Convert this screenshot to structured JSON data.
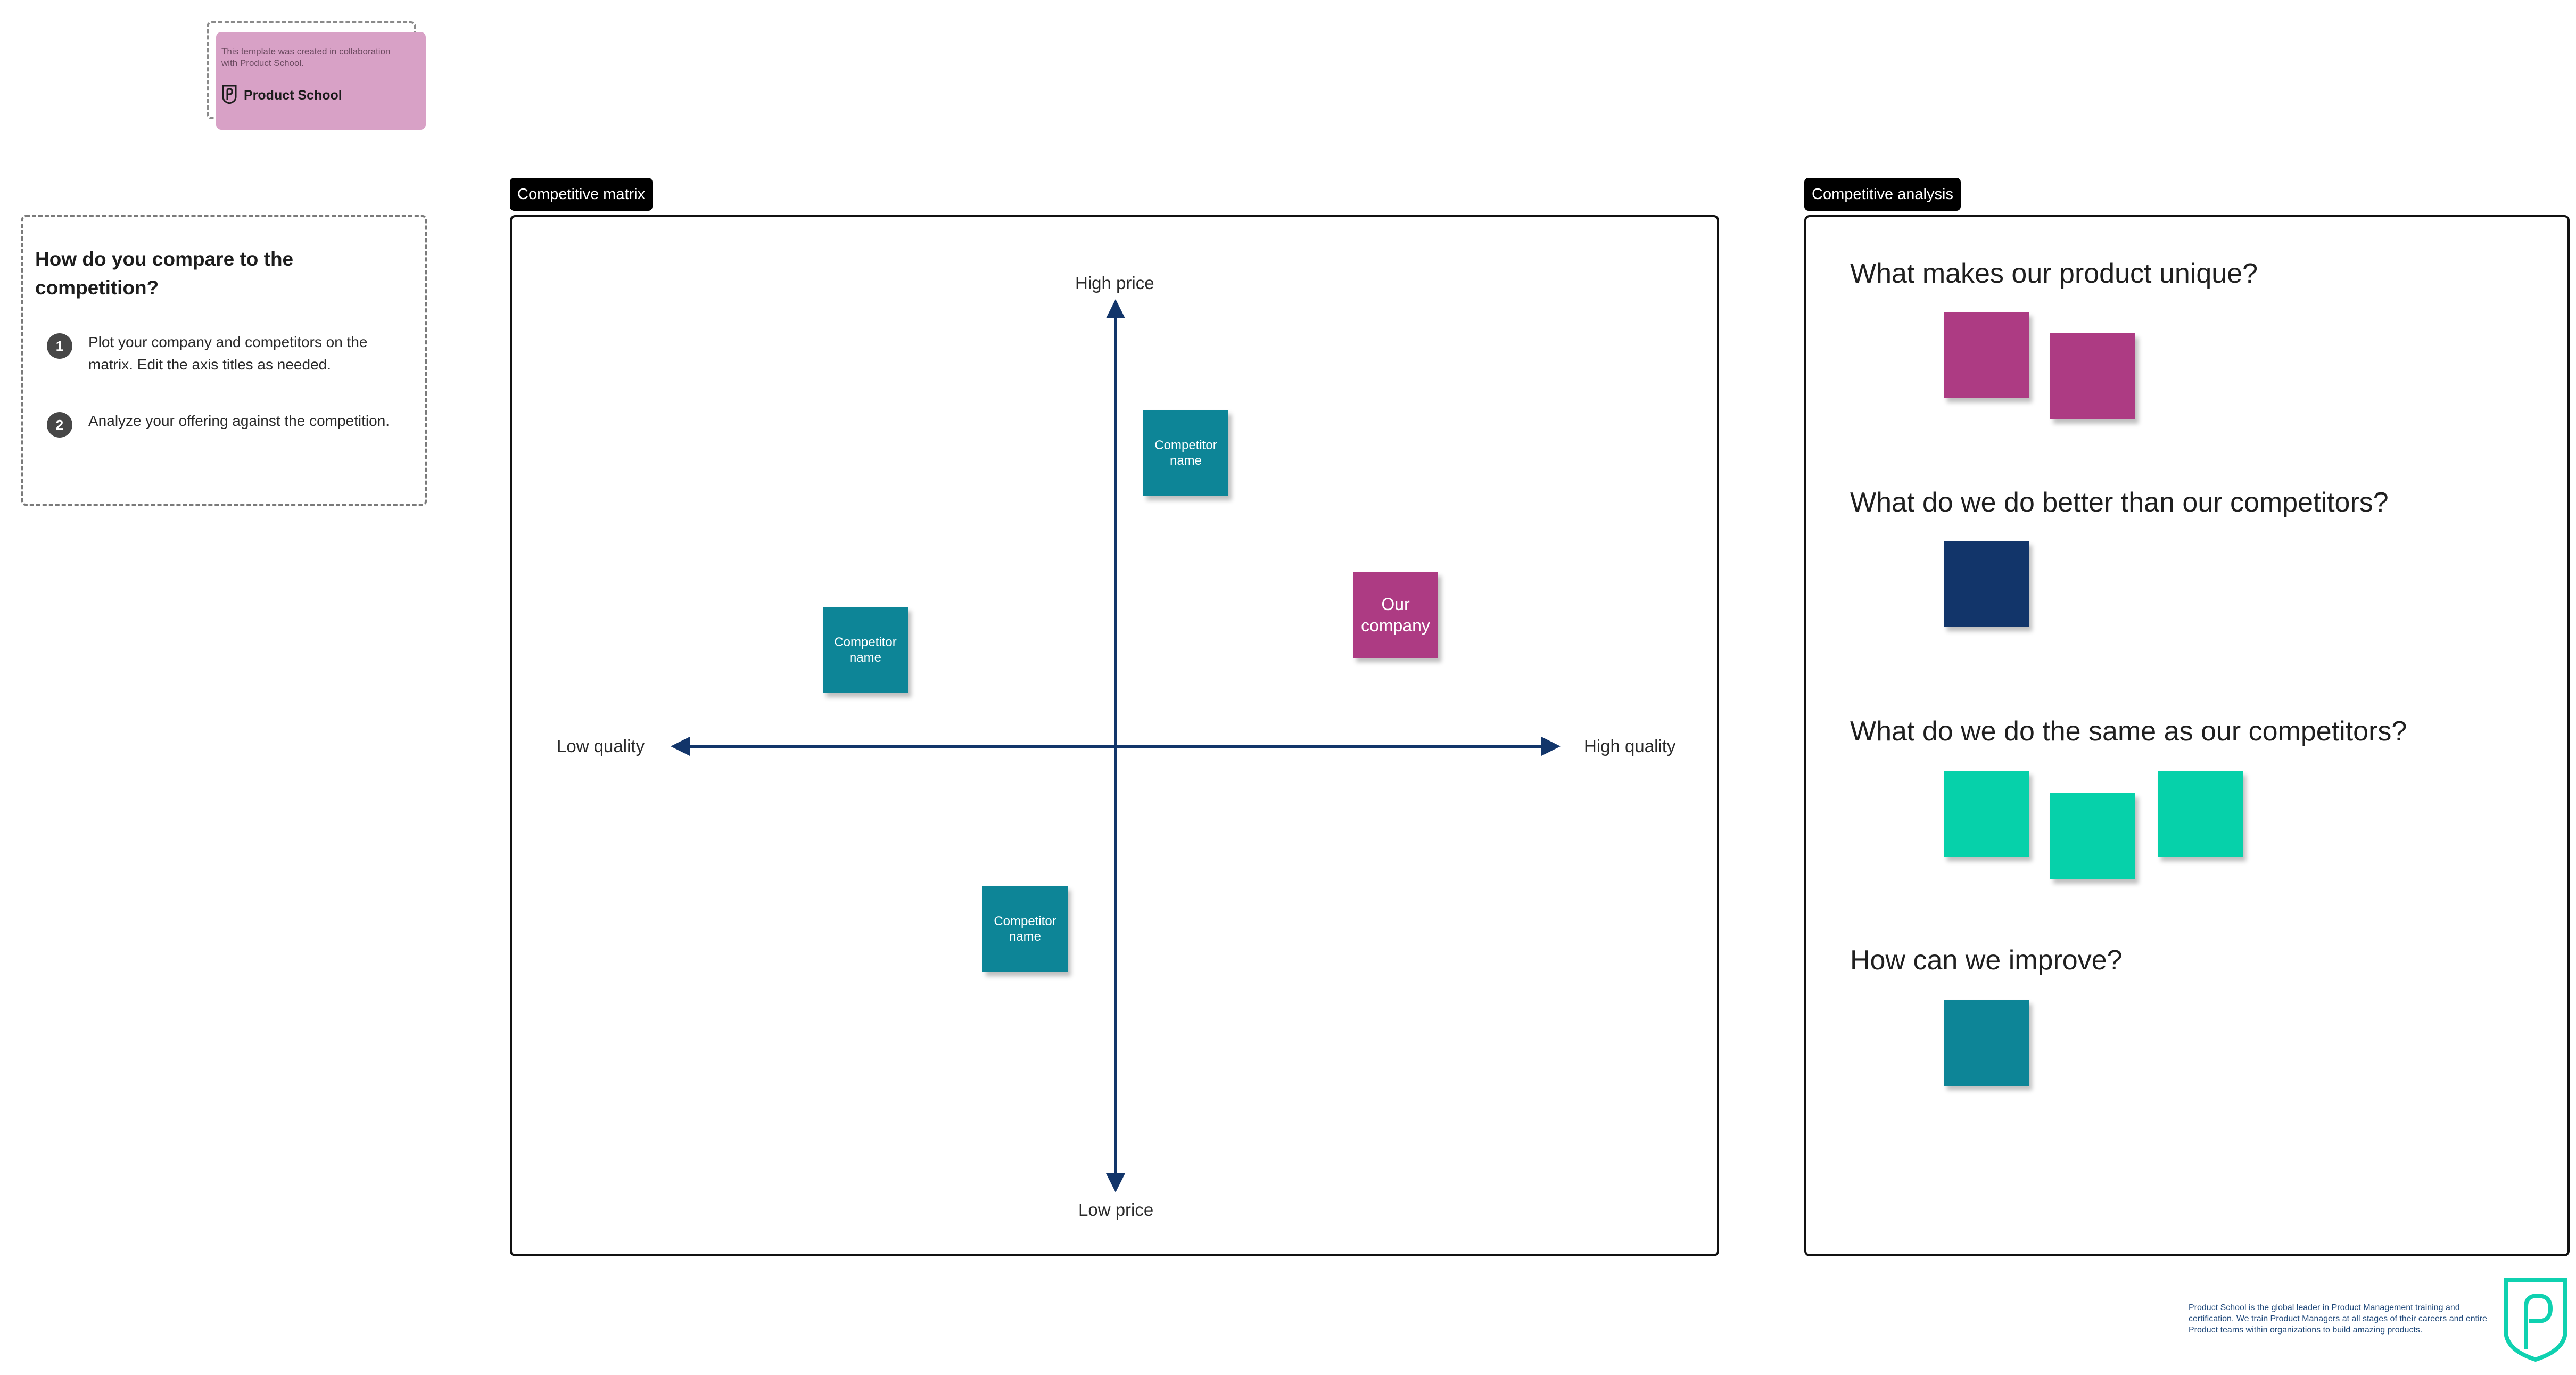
{
  "credit": {
    "text": "This template was created in collaboration with Product School.",
    "logo_name": "Product School"
  },
  "instructions": {
    "title": "How do you compare to the competition?",
    "steps": [
      {
        "num": "1",
        "text": "Plot your company and competitors on the matrix. Edit the axis titles as needed."
      },
      {
        "num": "2",
        "text": "Analyze your offering against the competition."
      }
    ]
  },
  "matrix": {
    "tag": "Competitive matrix",
    "axis": {
      "top": "High price",
      "bottom": "Low price",
      "left": "Low quality",
      "right": "High quality"
    },
    "stickies": [
      {
        "label": "Competitor name",
        "color": "#0d8597"
      },
      {
        "label": "Competitor name",
        "color": "#0d8597"
      },
      {
        "label": "Our company",
        "color": "#ad3b83"
      },
      {
        "label": "Competitor name",
        "color": "#0d8597"
      }
    ]
  },
  "analysis": {
    "tag": "Competitive analysis",
    "questions": [
      {
        "before": "What makes our product ",
        "highlight": "unique",
        "after": "?"
      },
      {
        "before": "What do we do ",
        "highlight": "better",
        "after": " than our competitors?"
      },
      {
        "before": "What do we do the ",
        "highlight": "same",
        "after": " as our competitors?"
      },
      {
        "before": "How can we ",
        "highlight": "improve",
        "after": "?"
      }
    ]
  },
  "colors": {
    "teal": "#0d8597",
    "magenta": "#ad3b83",
    "navy": "#12356a",
    "mint": "#06d1aa",
    "axis": "#12356a",
    "credit_card": "#d8a1c6"
  },
  "footer": {
    "text": "Product School is the global leader in Product Management training and certification. We train Product Managers at all stages of their careers and entire Product teams within organizations to build amazing products."
  }
}
